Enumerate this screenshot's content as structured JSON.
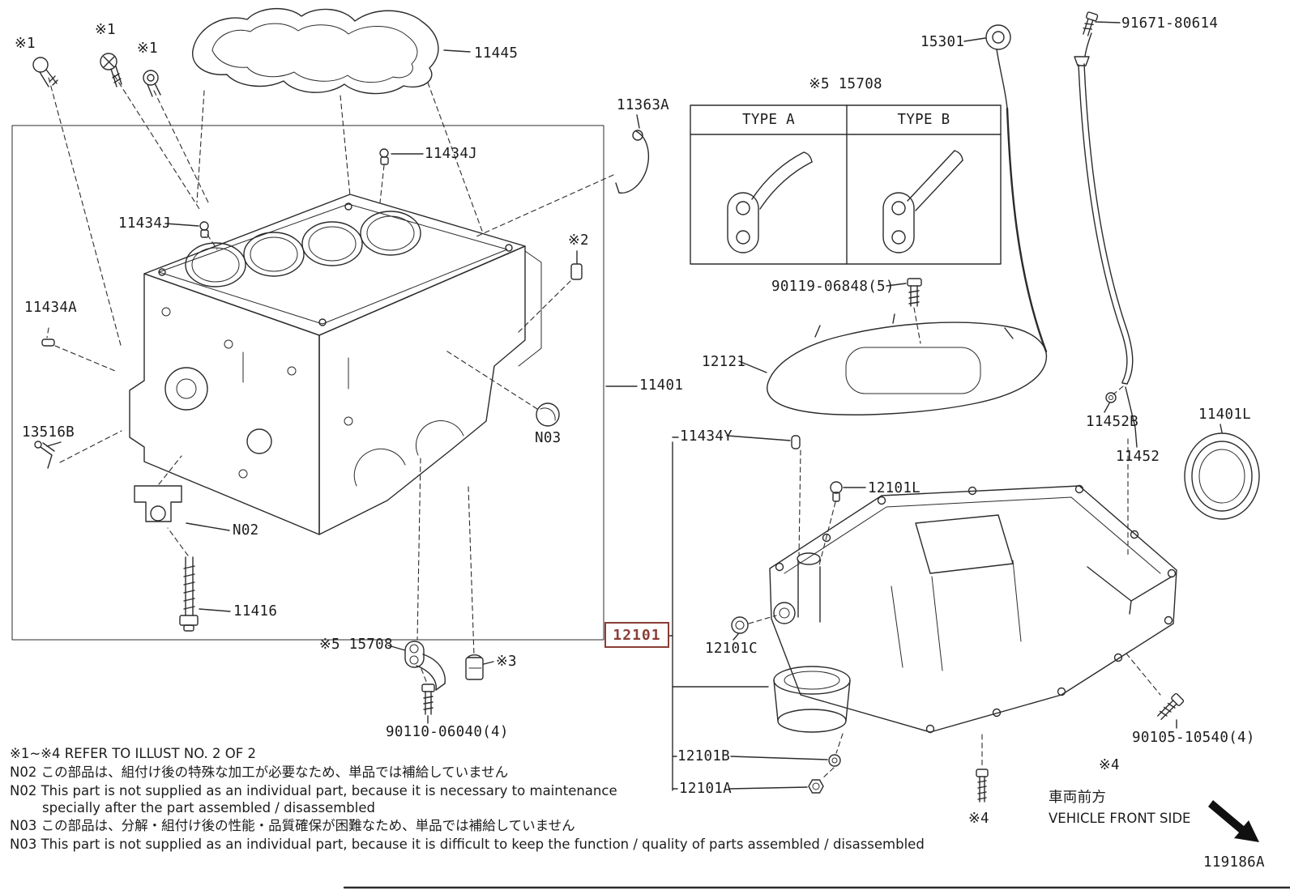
{
  "colors": {
    "line": "#2b2b2b",
    "text": "#1c1c1c",
    "highlight": "#8a3d37"
  },
  "callouts": {
    "c11445": "11445",
    "c11363A": "11363A",
    "c11434J": "11434J",
    "c11434A": "11434A",
    "c11401": "11401",
    "c13516B": "13516B",
    "cN02": "N02",
    "cN03": "N03",
    "c11416": "11416",
    "c90110": "90110-06040(4)",
    "c15301": "15301",
    "c91671": "91671-80614",
    "c90119": "90119-06848(5)",
    "c12121": "12121",
    "c11452B": "11452B",
    "c11452": "11452",
    "c11401L": "11401L",
    "c11434Y": "11434Y",
    "c12101L": "12101L",
    "c12101": "12101",
    "c12101C": "12101C",
    "c12101B": "12101B",
    "c12101A": "12101A",
    "c90105": "90105-10540(4)",
    "sym1": "※1",
    "sym2": "※2",
    "sym3": "※3",
    "sym4": "※4",
    "sym5_15708": "※5 15708"
  },
  "table": {
    "title": "※5 15708",
    "type_a": "TYPE A",
    "type_b": "TYPE B"
  },
  "notes": {
    "refer": "※1~※4  REFER TO ILLUST NO. 2 OF 2",
    "n02_jp": "N02 この部品は、組付け後の特殊な加工が必要なため、単品では補給していません",
    "n02_en1": "N02 This part is not supplied as an individual part, because it is necessary to maintenance",
    "n02_en2": "specially after the part assembled / disassembled",
    "n03_jp": "N03 この部品は、分解・組付け後の性能・品質確保が困難なため、単品では補給していません",
    "n03_en": "N03 This part is not supplied as an individual part, because it is difficult to keep the function / quality of parts  assembled / disassembled"
  },
  "footer": {
    "front_jp": "車両前方",
    "front_en": "VEHICLE FRONT SIDE",
    "doc_code": "119186A"
  }
}
